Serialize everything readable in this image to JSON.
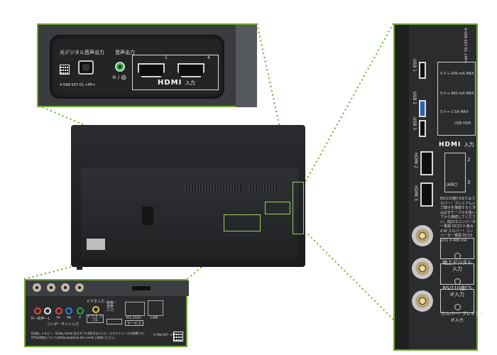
{
  "top_inset": {
    "optical_label": "光デジタル音声出力",
    "audio_out_label": "音声出力",
    "headphone_symbol": "⊖ / ⨁",
    "model_number": "4-598-507-01  >PP<",
    "hdmi_port_1": "1",
    "hdmi_port_4": "4",
    "hdmi_logo": "HDMI",
    "hdmi_input_label": "入力"
  },
  "bottom_inset": {
    "component_label": "コンポーネント入力",
    "video_input_label": "ビデオ入力",
    "video_box": "ビデオ\n入力1",
    "av_label": "映像・\n音声\n入力",
    "rs232c_label": "RS-232C",
    "lan_label": "LAN",
    "service_label": "サービス",
    "pr_label": "Pr",
    "pb_label": "Pb",
    "y_label": "Y",
    "lr_label": "R—音声—L",
    "dolby_line1": "Dolby, ドルビー、Dolby Audio 及びダブルD記号はドルビーラボラトリーズの商標です。",
    "dolby_line2": "DTSの特許についてはhttp://patents.dts.comをご参照ください。",
    "sku": "4-598-507-  >PP<"
  },
  "right_inset": {
    "usb1": "USB 1",
    "usb2": "USB 2",
    "usb3": "USB 3",
    "usb_hdd": "USB HDD",
    "usb_spec_1": "5 V ⎓ 500 mA MAX",
    "usb_spec_2": "5 V ⎓ 900 mA MAX",
    "usb_spec_3": "5 V ⎓ 1.5A MAX",
    "hdmi_logo": "HDMI",
    "hdmi_input_label": "入力",
    "hdmi2_label": "HDMI 2",
    "hdmi3_label": "HDMI 3",
    "arc_label": "(ARC)",
    "port_2": "2",
    "port_3": "3",
    "model_number": "4-598-507-01 >PP<",
    "warning_text": "BS/110度CSまたはスカパー！プレミアム入力端子を接続するときは必ずケーブルを抜いてから接続してください。BS/CSコンバーター電源 DC15 V 最大4 W スカパー！コンバーター電源 DC15 V/11 V 400 mA",
    "antenna_1": "地上デジタル\n入力",
    "antenna_2": "BS/110度CS\nIF入力",
    "antenna_3": "スカパー！プレミアム\nIF入力"
  },
  "colors": {
    "callout_line": "#6ea832",
    "port_green": "#2fa84a",
    "usb_blue": "#2c5fb8"
  }
}
